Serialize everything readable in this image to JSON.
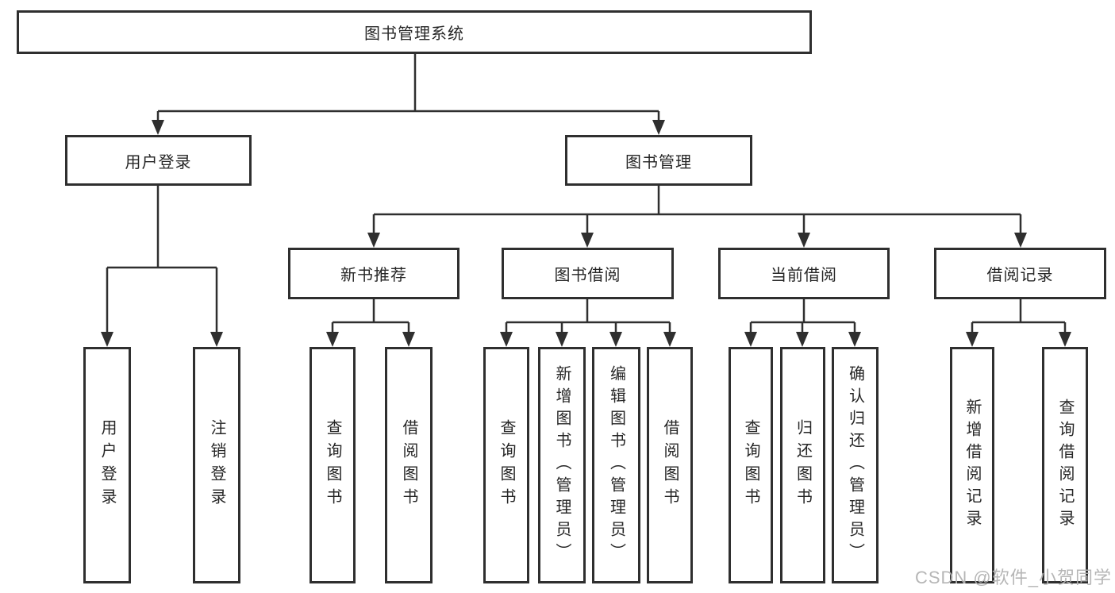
{
  "diagram": {
    "root": {
      "label": "图书管理系统"
    },
    "user_branch": {
      "label": "用户登录",
      "children": [
        {
          "label": "用户登录"
        },
        {
          "label": "注销登录"
        }
      ]
    },
    "book_branch": {
      "label": "图书管理",
      "sections": [
        {
          "label": "新书推荐",
          "children": [
            {
              "label": "查询图书"
            },
            {
              "label": "借阅图书"
            }
          ]
        },
        {
          "label": "图书借阅",
          "children": [
            {
              "label": "查询图书"
            },
            {
              "label": "新增图书（管理员）"
            },
            {
              "label": "编辑图书（管理员）"
            },
            {
              "label": "借阅图书"
            }
          ]
        },
        {
          "label": "当前借阅",
          "children": [
            {
              "label": "查询图书"
            },
            {
              "label": "归还图书"
            },
            {
              "label": "确认归还（管理员）"
            }
          ]
        },
        {
          "label": "借阅记录",
          "children": [
            {
              "label": "新增借阅记录"
            },
            {
              "label": "查询借阅记录"
            }
          ]
        }
      ]
    }
  },
  "watermark": {
    "text": "CSDN @软件_小贺同学"
  },
  "colors": {
    "line": "#2f2f2f",
    "border": "#2f2f2f",
    "text": "#262626",
    "watermark": "#b2b2b2",
    "background": "#ffffff"
  }
}
